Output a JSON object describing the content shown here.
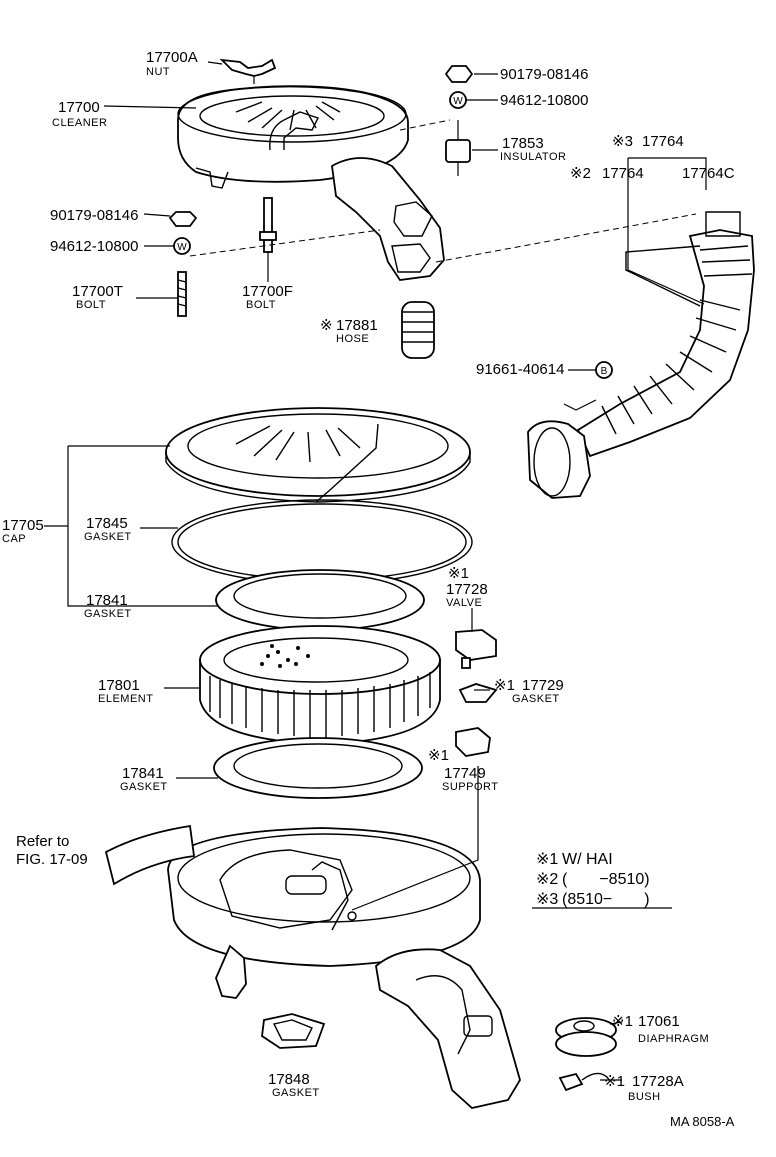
{
  "parts": {
    "p17700a": {
      "num": "17700A",
      "name": "NUT"
    },
    "p17700": {
      "num": "17700",
      "name": "CLEANER"
    },
    "p90179a": {
      "num": "90179-08146"
    },
    "p94612a": {
      "num": "94612-10800"
    },
    "p17853": {
      "num": "17853",
      "name": "INSULATOR"
    },
    "p17764_3": {
      "num": "17764",
      "mark": "※3"
    },
    "p17764_2": {
      "num": "17764",
      "mark": "※2"
    },
    "p17764c": {
      "num": "17764C"
    },
    "p90179b": {
      "num": "90179-08146"
    },
    "p94612b": {
      "num": "94612-10800"
    },
    "p17700t": {
      "num": "17700T",
      "name": "BOLT"
    },
    "p17700f": {
      "num": "17700F",
      "name": "BOLT"
    },
    "p17881": {
      "num": "17881",
      "mark": "※",
      "name": "HOSE"
    },
    "p91661": {
      "num": "91661-40614"
    },
    "p17705": {
      "num": "17705",
      "name": "CAP"
    },
    "p17845": {
      "num": "17845",
      "name": "GASKET"
    },
    "p17841a": {
      "num": "17841",
      "name": "GASKET"
    },
    "p17728": {
      "num": "17728",
      "mark": "※1",
      "name": "VALVE"
    },
    "p17801": {
      "num": "17801",
      "name": "ELEMENT"
    },
    "p17729": {
      "num": "17729",
      "mark": "※1",
      "name": "GASKET"
    },
    "p17841b": {
      "num": "17841",
      "name": "GASKET"
    },
    "p17749": {
      "num": "17749",
      "mark": "※1",
      "name": "SUPPORT"
    },
    "p17848": {
      "num": "17848",
      "name": "GASKET"
    },
    "p17061": {
      "num": "17061",
      "mark": "※1",
      "name": "DIAPHRAGM"
    },
    "p17728a": {
      "num": "17728A",
      "mark": "※1",
      "name": "BUSH"
    }
  },
  "washer_symbol": "W",
  "bush_symbol": "B",
  "refer": {
    "line1": "Refer to",
    "line2": "FIG. 17-09"
  },
  "notes": [
    {
      "mark": "※1",
      "text": "W/ HAI"
    },
    {
      "mark": "※2",
      "text": "(　　−8510)"
    },
    {
      "mark": "※3",
      "text": "(8510−　　)"
    }
  ],
  "footer": "MA  8058-A"
}
